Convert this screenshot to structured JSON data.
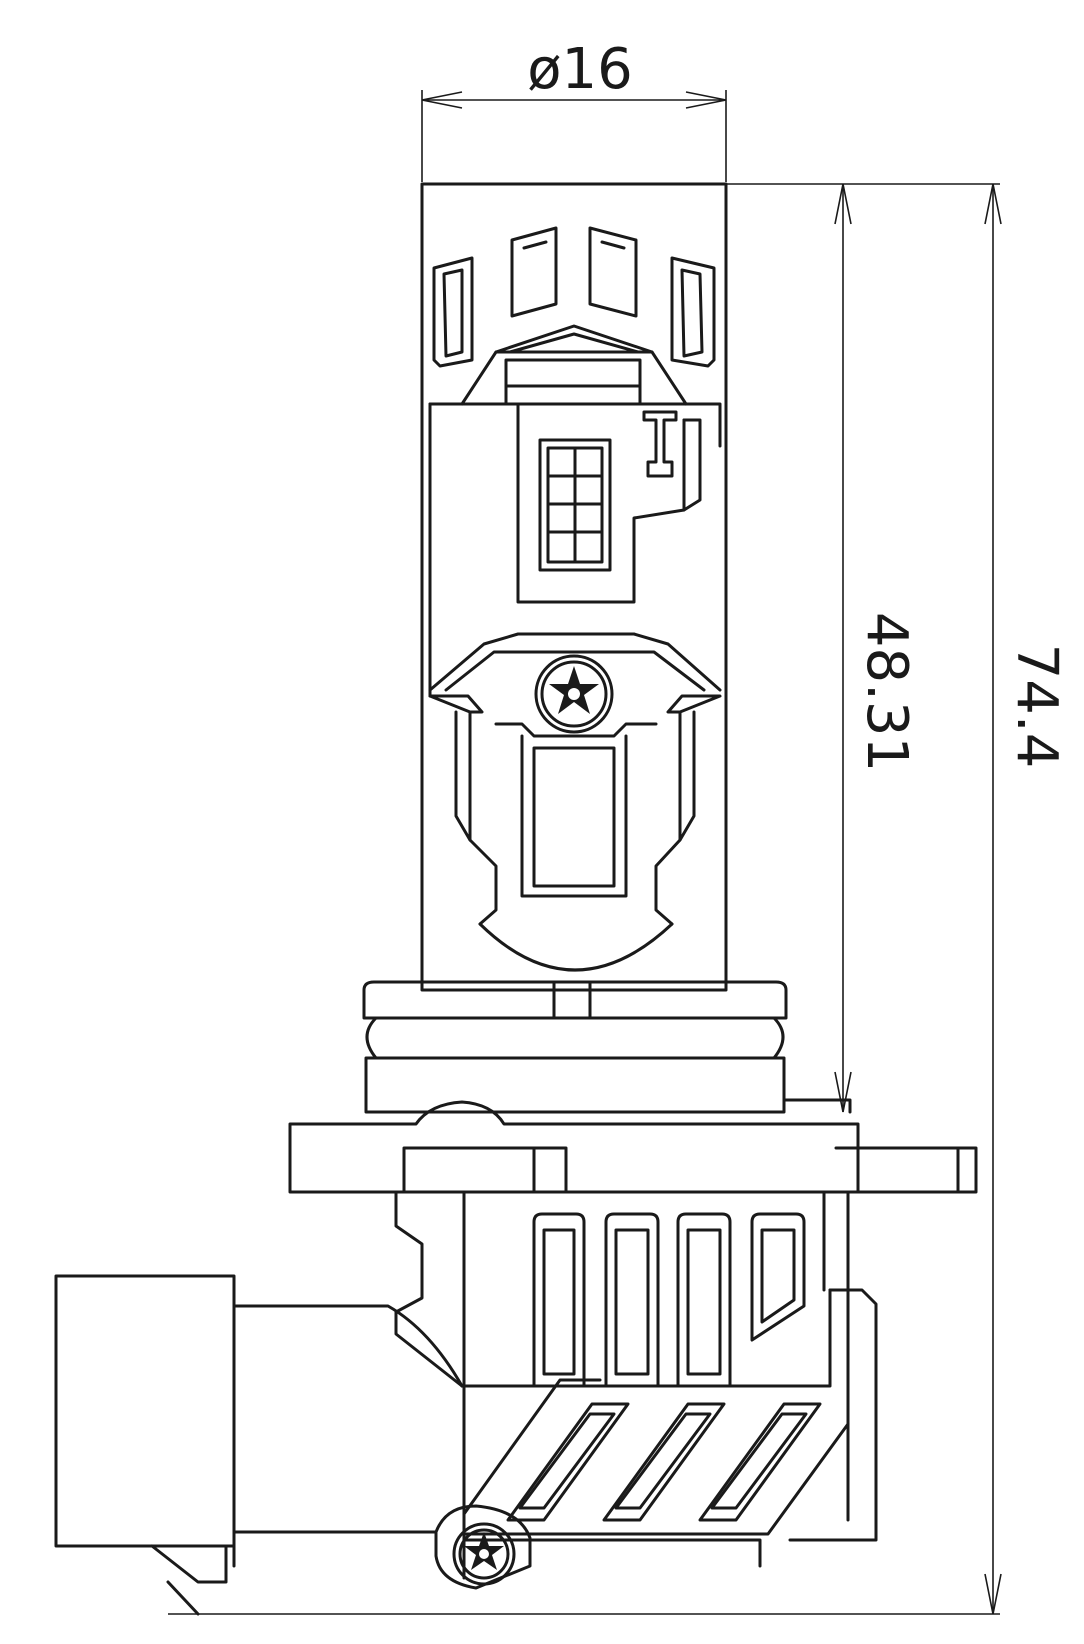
{
  "dimensions": {
    "diameter": "ø16",
    "height_body": "48.31",
    "height_total": "74.4"
  },
  "colors": {
    "line": "#1a1a1a",
    "background": "#ffffff"
  }
}
